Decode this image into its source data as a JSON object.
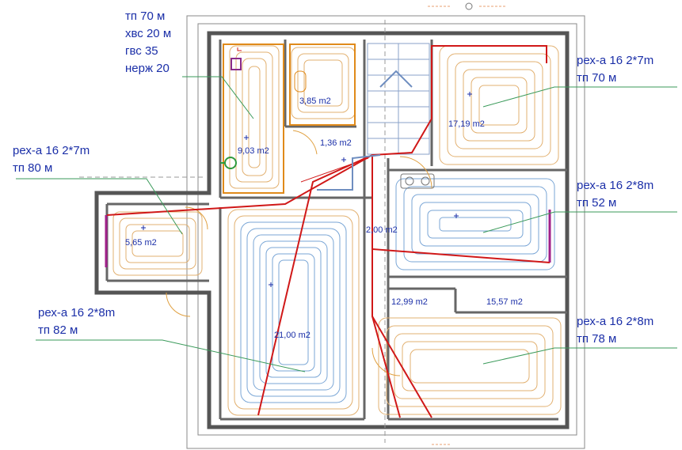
{
  "annotations": {
    "top_left": [
      "тп 70 м",
      "хвс 20 м",
      "гвс 35",
      "нерж 20"
    ],
    "left_mid": [
      "рех-а 16 2*7m",
      "тп 80 м"
    ],
    "left_low": [
      "рех-а 16 2*8m",
      "тп 82 м"
    ],
    "right_1": [
      "рех-а 16 2*7m",
      "тп 70 м"
    ],
    "right_2": [
      "рех-а 16 2*8m",
      "тп 52 м"
    ],
    "right_3": [
      "рех-а 16 2*8m",
      "тп 78 м"
    ]
  },
  "rooms": {
    "bath": "9,03 m2",
    "wc": "3,85 m2",
    "hall_small": "1,36 m2",
    "room_tr": "17,19 m2",
    "room_left": "5,65 m2",
    "corridor": "2,00 m2",
    "hall_main": "21,00 m2",
    "room_mid": "12,99 m2",
    "room_br": "15,57 m2"
  },
  "colors": {
    "wall": "#555555",
    "pipe": "#d01818",
    "loop_warm": "#e2b070",
    "loop_cool": "#7aa6d6",
    "leader": "#3a9a5a",
    "text": "#1b2fa8",
    "fixture": "#e08a1a"
  }
}
